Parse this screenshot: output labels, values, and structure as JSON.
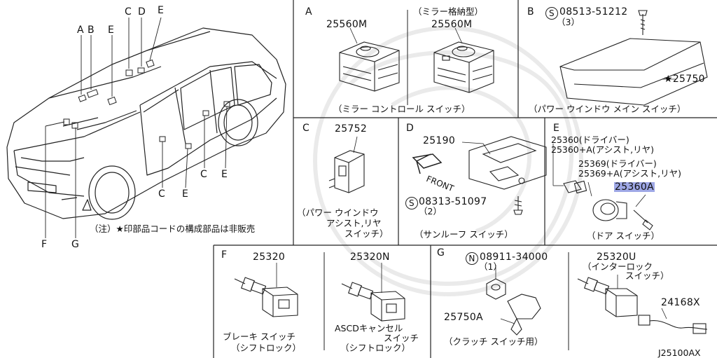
{
  "car": {
    "labels": {
      "A": "A",
      "B": "B",
      "C": "C",
      "D": "D",
      "E": "E",
      "F": "F",
      "G": "G"
    },
    "note": "（注）★印部品コードの構成部品は非販売"
  },
  "panelA": {
    "letter": "A",
    "part1": "25560M",
    "mirror_fold_type": "（ミラー格納型）",
    "part2": "25560M",
    "caption": "（ミラー コントロール スイッチ）"
  },
  "panelB": {
    "letter": "B",
    "screw_symbol": "S",
    "screw_part": "08513-51212",
    "screw_qty": "（3）",
    "star_part": "★25750",
    "caption": "（パワー ウインドウ メイン スイッチ）"
  },
  "panelC": {
    "letter": "C",
    "part": "25752",
    "caption1": "（パワー ウインドウ",
    "caption2": "アシスト,リヤ",
    "caption3": "スイッチ）"
  },
  "panelD": {
    "letter": "D",
    "part": "25190",
    "front": "FRONT",
    "screw_symbol": "S",
    "screw_part": "08313-51097",
    "screw_qty": "（2）",
    "caption": "（サンルーフ スイッチ）"
  },
  "panelE": {
    "letter": "E",
    "line1": "25360(ドライバー)",
    "line2": "25360+A(アシスト,リヤ)",
    "line3": "25369(ドライバー)",
    "line4": "25369+A(アシスト,リヤ)",
    "highlight": "25360A",
    "caption": "（ドア スイッチ）"
  },
  "panelF": {
    "letter": "F",
    "part1": "25320",
    "part2": "25320N",
    "caption1a": "ブレーキ スイッチ",
    "caption1b": "（シフトロック）",
    "caption2a": "ASCDキャンセル",
    "caption2b": "スイッチ",
    "caption2c": "（シフトロック）"
  },
  "panelG": {
    "letter": "G",
    "nut_symbol": "N",
    "nut_part": "08911-34000",
    "nut_qty": "（1）",
    "bolt_part": "25750A",
    "caption": "（クラッチ スイッチ用）",
    "interlock_part": "25320U",
    "interlock1": "（インターロック",
    "interlock2": "スイッチ）",
    "harness_part": "24168X",
    "diagram_code": "J25100AX"
  }
}
